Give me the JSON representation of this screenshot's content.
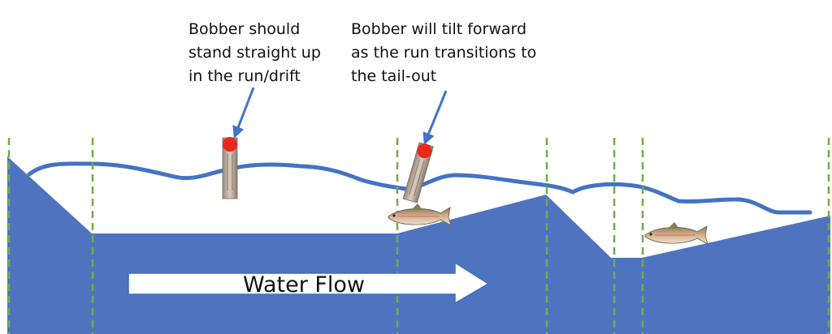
{
  "diagram": {
    "callouts": [
      {
        "lines": [
          "Bobber should",
          "stand straight up",
          "in the run/drift"
        ]
      },
      {
        "lines": [
          "Bobber will tilt forward",
          "as the run transitions to",
          "the tail-out"
        ]
      }
    ],
    "flow_label": "Water Flow",
    "colors": {
      "water": "#4e74c0",
      "surface_line": "#4472c4",
      "section_divider": "#70ad47",
      "arrow_fill": "#ffffff",
      "bobber_tip": "#e8281e",
      "bobber_body": "#b8a898",
      "fish_body": "#b49070"
    },
    "icons": [
      "bobber-icon",
      "trout-icon"
    ]
  }
}
